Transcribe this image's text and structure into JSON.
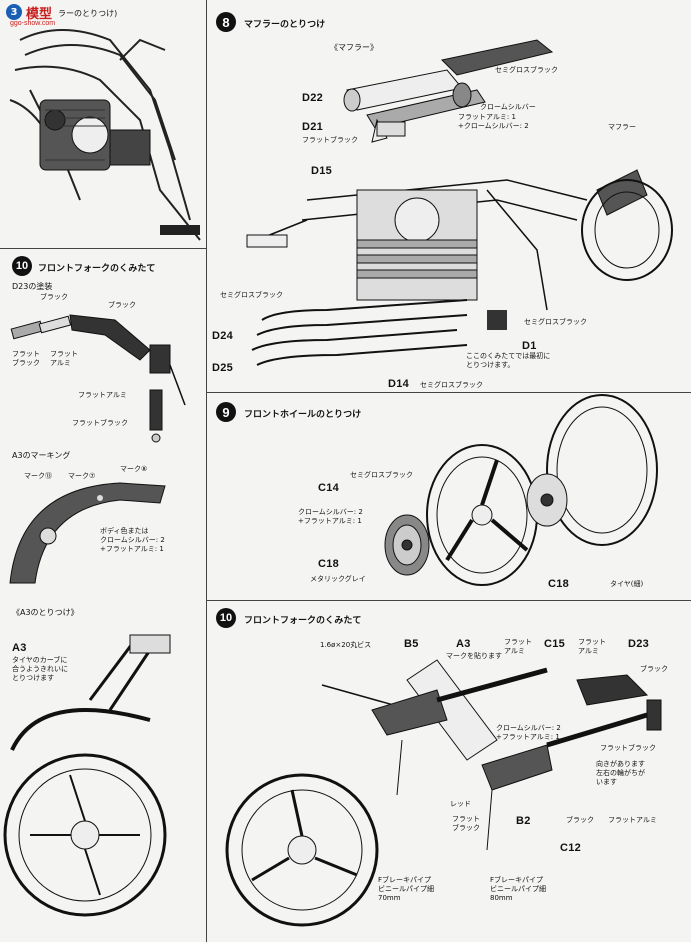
{
  "watermark": {
    "brand": "模型",
    "site": "ggo-show.com"
  },
  "topleft": {
    "step_num": "3",
    "title": "ラーのとりつけ)"
  },
  "step8": {
    "num": "8",
    "title": "マフラーのとりつけ",
    "subhead": "《マフラー》",
    "labels": {
      "semigloss_black_1": "セミグロスブラック",
      "chrome_silver": "クロームシルバー",
      "flat_alumi_mix": "フラットアルミ: 1\n+クロームシルバー: 2",
      "flat_black": "フラットブラック",
      "muffler": "マフラー",
      "semigloss_black_2": "セミグロスブラック",
      "semigloss_black_3": "セミグロスブラック",
      "note_d1": "ここのくみたてでは最初に\nとりつけます。",
      "semigloss_black_4": "セミグロスブラック"
    },
    "parts": {
      "d22": "D22",
      "d21": "D21",
      "d15": "D15",
      "d24": "D24",
      "d25": "D25",
      "d1": "D1",
      "d14": "D14"
    }
  },
  "step10a": {
    "num": "10",
    "title": "フロントフォークのくみたて",
    "subhead": "D23の塗装",
    "labels": {
      "black_1": "ブラック",
      "black_2": "ブラック",
      "flat_black_1": "フラット\nブラック",
      "flat_alumi_1": "フラット\nアルミ",
      "flat_alumi_2": "フラットアルミ",
      "flat_black_2": "フラットブラック"
    }
  },
  "a3marking": {
    "title": "A3のマーキング",
    "labels": {
      "mark13": "マーク⑬",
      "mark7": "マーク⑦",
      "mark8": "マーク⑧",
      "body_color": "ボディ色または\nクロームシルバー: 2\n+フラットアルミ: 1"
    }
  },
  "a3attach": {
    "title": "《A3のとりつけ》",
    "part": "A3",
    "note": "タイヤのカーブに\n合うようきれいに\nとりつけます"
  },
  "step9": {
    "num": "9",
    "title": "フロントホイールのとりつけ",
    "labels": {
      "semigloss_black": "セミグロスブラック",
      "chrome_mix": "クロームシルバー: 2\n+フラットアルミ: 1",
      "metallic_grey": "メタリックグレイ",
      "tire": "タイヤ(細)"
    },
    "parts": {
      "c14": "C14",
      "c18a": "C18",
      "c18b": "C18"
    }
  },
  "step10b": {
    "num": "10",
    "title": "フロントフォークのくみたて",
    "labels": {
      "screw": "1.6ø×20丸ビス",
      "a3_note": "マークを貼ります",
      "flat_alumi_a": "フラット\nアルミ",
      "flat_alumi_b": "フラット\nアルミ",
      "black_a": "ブラック",
      "chrome_mix": "クロームシルバー: 2\n+フラットアルミ: 1",
      "flat_black_a": "フラットブラック",
      "direction_note": "向きがあります\n左右の輪がちが\nいます",
      "red": "レッド",
      "flat_black_b": "フラット\nブラック",
      "black_b": "ブラック",
      "flat_alumi_c": "フラットアルミ",
      "brake_pipe_1": "Fブレーキパイプ\nビニールパイプ細\n70mm",
      "brake_pipe_2": "Fブレーキパイプ\nビニールパイプ細\n80mm"
    },
    "parts": {
      "b5": "B5",
      "a3": "A3",
      "c15": "C15",
      "d23": "D23",
      "b2": "B2",
      "c12": "C12"
    }
  }
}
